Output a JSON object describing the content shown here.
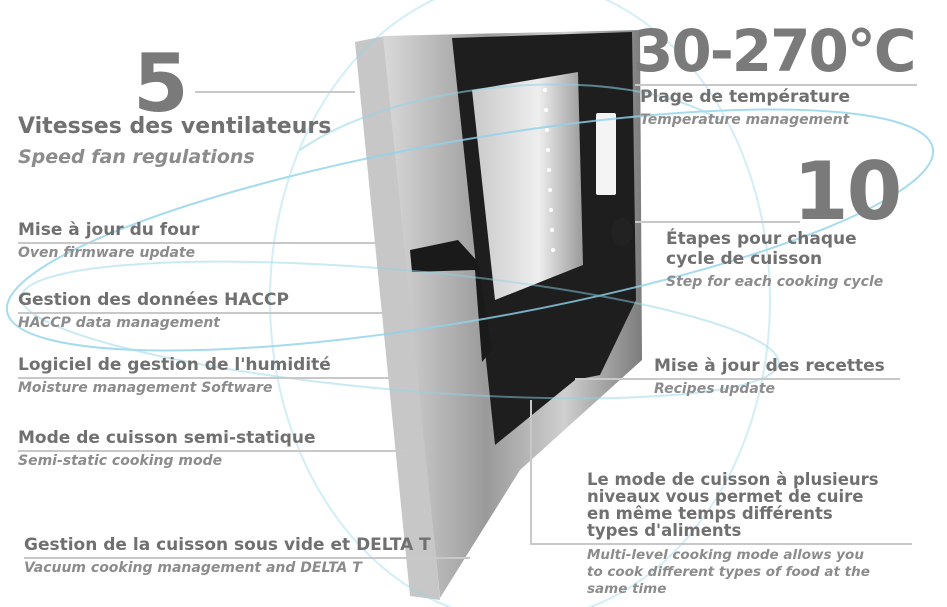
{
  "left_features": [
    {
      "number": "5",
      "title": "Vitesses des ventilateurs",
      "subtitle": "Speed fan regulations"
    },
    {
      "title": "Mise à jour du four",
      "subtitle": "Oven firmware update"
    },
    {
      "title": "Gestion des données HACCP",
      "subtitle": "HACCP data management"
    },
    {
      "title": "Logiciel de gestion de l'humidité",
      "subtitle": "Moisture management Software"
    },
    {
      "title": "Mode de cuisson semi-statique",
      "subtitle": "Semi-static cooking mode"
    },
    {
      "title": "Gestion de la cuisson sous vide et DELTA T",
      "subtitle": "Vacuum cooking management and DELTA T"
    }
  ],
  "right_features": [
    {
      "number": "30-270°C",
      "title": "Plage de température",
      "subtitle": "Temperature management"
    },
    {
      "number": "10",
      "title_line1": "Étapes pour chaque",
      "title_line2": "cycle de cuisson",
      "subtitle": "Step for each cooking cycle"
    },
    {
      "title": "Mise à jour des recettes",
      "subtitle": "Recipes update"
    },
    {
      "title_lines": [
        "Le mode de cuisson à plusieurs",
        "niveaux vous permet de cuire",
        "en même temps différents",
        "types d'aliments"
      ],
      "subtitle_lines": [
        "Multi-level cooking mode allows you",
        "to cook different types of food at the",
        "same time"
      ]
    }
  ],
  "colors": {
    "text": "#707070",
    "subtext": "#8c8c8c",
    "swirl": "#8fd3ea",
    "door": "#1e1e1e"
  }
}
